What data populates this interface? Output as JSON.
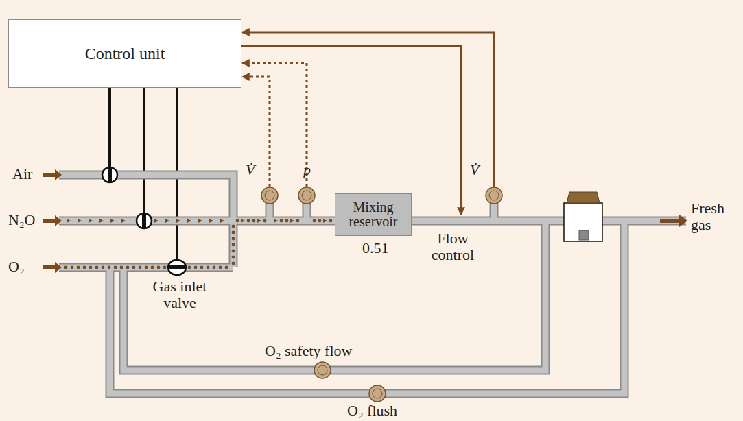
{
  "diagram": {
    "nodes": [
      {
        "text": [
          "Control unit"
        ]
      },
      {
        "text": [
          "V̇"
        ]
      },
      {
        "text": [
          "p"
        ]
      },
      {
        "text": [
          "Mixing reservoir"
        ]
      },
      {
        "text": [
          "V̇"
        ]
      }
    ],
    "edges": [
      {
        "from": 1,
        "to": 0,
        "arrow": "to"
      },
      {
        "from": 2,
        "to": 0,
        "arrow": "to"
      },
      {
        "from": 4,
        "to": 0,
        "arrow": "to"
      }
    ],
    "labels": [
      "Air",
      "N₂O",
      "O₂",
      "Gas inlet valve",
      "0.51",
      "Flow control",
      "O₂ safety flow",
      "O₂ flush",
      "Fresh gas"
    ]
  }
}
